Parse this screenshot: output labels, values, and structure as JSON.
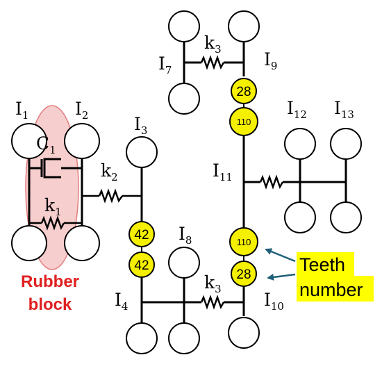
{
  "labels": {
    "I1": {
      "main": "I",
      "sub": "1"
    },
    "I2": {
      "main": "I",
      "sub": "2"
    },
    "I3": {
      "main": "I",
      "sub": "3"
    },
    "I4": {
      "main": "I",
      "sub": "4"
    },
    "I7": {
      "main": "I",
      "sub": "7"
    },
    "I8": {
      "main": "I",
      "sub": "8"
    },
    "I9": {
      "main": "I",
      "sub": "9"
    },
    "I10": {
      "main": "I",
      "sub": "10"
    },
    "I11": {
      "main": "I",
      "sub": "11"
    },
    "I12": {
      "main": "I",
      "sub": "12"
    },
    "I13": {
      "main": "I",
      "sub": "13"
    },
    "C1": {
      "main": "C",
      "sub": "1"
    },
    "k1": {
      "main": "k",
      "sub": "1"
    },
    "k2": {
      "main": "k",
      "sub": "2"
    },
    "k3a": {
      "main": "k",
      "sub": "3"
    },
    "k3b": {
      "main": "k",
      "sub": "3"
    }
  },
  "gears": {
    "g42_top": "42",
    "g42_bot": "42",
    "g28_top": "28",
    "g110_top": "110",
    "g110_bot": "110",
    "g28_bot": "28"
  },
  "rubber_block": {
    "line1": "Rubber",
    "line2": "block"
  },
  "teeth_number": {
    "line1": "Teeth",
    "line2": "number"
  },
  "colors": {
    "gear_fill": "#f5f000",
    "rubber_fill": "#f7c9c9",
    "rubber_stroke": "#e07070",
    "rubber_text": "#e02020",
    "callout_bg": "#ffff00",
    "arrow": "#1f5f7a"
  }
}
